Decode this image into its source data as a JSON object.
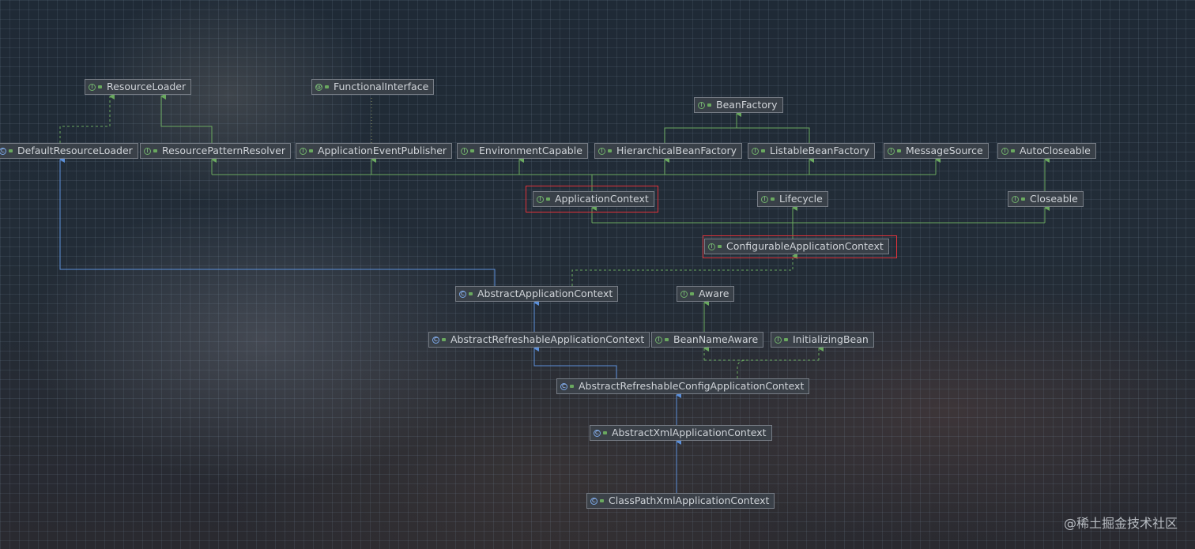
{
  "nodes": {
    "resource_loader": {
      "label": "ResourceLoader",
      "kind": "interface"
    },
    "functional_interface": {
      "label": "FunctionalInterface",
      "kind": "annotation"
    },
    "bean_factory": {
      "label": "BeanFactory",
      "kind": "interface"
    },
    "default_resource_loader": {
      "label": "DefaultResourceLoader",
      "kind": "class"
    },
    "resource_pattern_resolver": {
      "label": "ResourcePatternResolver",
      "kind": "interface"
    },
    "application_event_publisher": {
      "label": "ApplicationEventPublisher",
      "kind": "interface"
    },
    "environment_capable": {
      "label": "EnvironmentCapable",
      "kind": "interface"
    },
    "hierarchical_bean_factory": {
      "label": "HierarchicalBeanFactory",
      "kind": "interface"
    },
    "listable_bean_factory": {
      "label": "ListableBeanFactory",
      "kind": "interface"
    },
    "message_source": {
      "label": "MessageSource",
      "kind": "interface"
    },
    "auto_closeable": {
      "label": "AutoCloseable",
      "kind": "interface"
    },
    "application_context": {
      "label": "ApplicationContext",
      "kind": "interface"
    },
    "lifecycle": {
      "label": "Lifecycle",
      "kind": "interface"
    },
    "closeable": {
      "label": "Closeable",
      "kind": "interface"
    },
    "configurable_application_context": {
      "label": "ConfigurableApplicationContext",
      "kind": "interface"
    },
    "abstract_application_context": {
      "label": "AbstractApplicationContext",
      "kind": "class"
    },
    "aware": {
      "label": "Aware",
      "kind": "interface"
    },
    "abstract_refreshable_application_context": {
      "label": "AbstractRefreshableApplicationContext",
      "kind": "class"
    },
    "bean_name_aware": {
      "label": "BeanNameAware",
      "kind": "interface"
    },
    "initializing_bean": {
      "label": "InitializingBean",
      "kind": "interface"
    },
    "abstract_refreshable_config_application_context": {
      "label": "AbstractRefreshableConfigApplicationContext",
      "kind": "class"
    },
    "abstract_xml_application_context": {
      "label": "AbstractXmlApplicationContext",
      "kind": "class"
    },
    "class_path_xml_application_context": {
      "label": "ClassPathXmlApplicationContext",
      "kind": "class"
    }
  },
  "highlighted": [
    "application_context",
    "configurable_application_context"
  ],
  "colors": {
    "interface_edge": "#6aa95f",
    "class_edge": "#5b8fd9",
    "highlight": "#e0323a"
  },
  "watermark": "@稀土掘金技术社区"
}
